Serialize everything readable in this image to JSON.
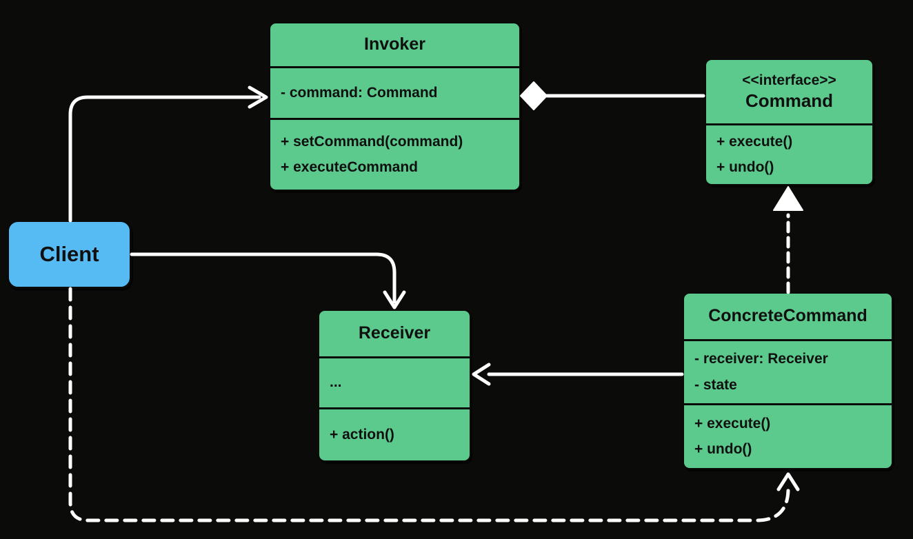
{
  "colors": {
    "background": "#0b0b09",
    "class_fill": "#5cca8c",
    "client_fill": "#55bbf2",
    "connector": "#ffffff",
    "text": "#101010"
  },
  "classes": {
    "invoker": {
      "title": "Invoker",
      "attributes": [
        "- command: Command"
      ],
      "methods": [
        "+ setCommand(command)",
        "+ executeCommand"
      ]
    },
    "command": {
      "stereotype": "<<interface>>",
      "title": "Command",
      "methods": [
        "+ execute()",
        "+ undo()"
      ]
    },
    "client": {
      "title": "Client"
    },
    "receiver": {
      "title": "Receiver",
      "attributes": [
        "..."
      ],
      "methods": [
        "+ action()"
      ]
    },
    "concrete_command": {
      "title": "ConcreteCommand",
      "attributes": [
        "- receiver: Receiver",
        "- state"
      ],
      "methods": [
        "+ execute()",
        "+ undo()"
      ]
    }
  },
  "relationships": [
    {
      "from": "Client",
      "to": "Invoker",
      "type": "association",
      "line": "solid",
      "marker": "open-arrow"
    },
    {
      "from": "Client",
      "to": "Receiver",
      "type": "association",
      "line": "solid",
      "marker": "open-arrow"
    },
    {
      "from": "Invoker",
      "to": "Command",
      "type": "aggregation",
      "line": "solid",
      "marker": "filled-diamond-at-invoker"
    },
    {
      "from": "ConcreteCommand",
      "to": "Command",
      "type": "realization",
      "line": "dashed",
      "marker": "filled-triangle"
    },
    {
      "from": "ConcreteCommand",
      "to": "Receiver",
      "type": "association",
      "line": "solid",
      "marker": "open-arrow"
    },
    {
      "from": "Client",
      "to": "ConcreteCommand",
      "type": "dependency",
      "line": "dashed",
      "marker": "open-arrow"
    }
  ]
}
